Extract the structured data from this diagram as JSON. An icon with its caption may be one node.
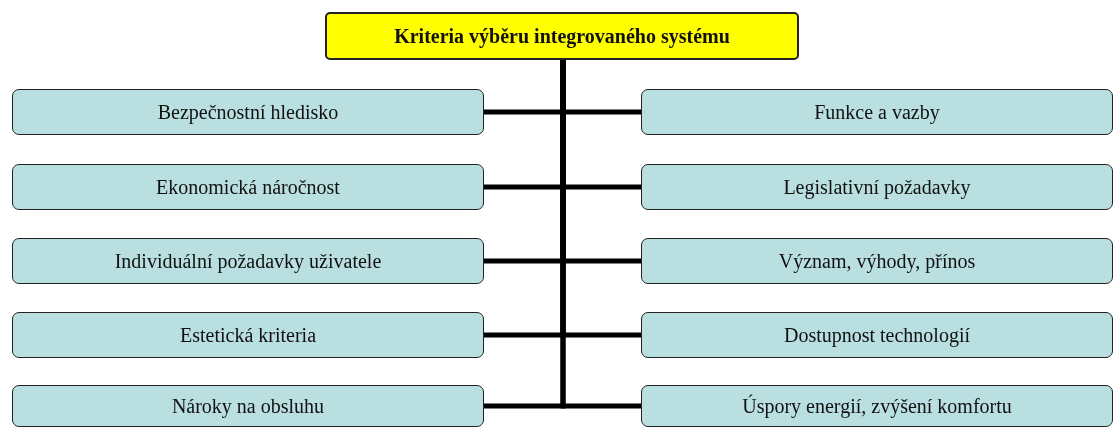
{
  "diagram": {
    "nodes": [
      {
        "text": [
          "Kriteria výběru integrovaného systému"
        ]
      },
      {
        "text": [
          "Bezpečnostní hledisko"
        ]
      },
      {
        "text": [
          "Funkce a vazby"
        ]
      },
      {
        "text": [
          "Ekonomická náročnost"
        ]
      },
      {
        "text": [
          "Legislativní požadavky"
        ]
      },
      {
        "text": [
          "Individuální požadavky uživatele"
        ]
      },
      {
        "text": [
          "Význam, výhody, přínos"
        ]
      },
      {
        "text": [
          "Estetická kriteria"
        ]
      },
      {
        "text": [
          "Dostupnost technologií"
        ]
      },
      {
        "text": [
          "Nároky na obsluhu"
        ]
      },
      {
        "text": [
          "Úspory energií, zvýšení komfortu"
        ]
      }
    ],
    "edges": [
      {
        "from": 0,
        "to": 1,
        "arrow": "none"
      },
      {
        "from": 0,
        "to": 2,
        "arrow": "none"
      },
      {
        "from": 0,
        "to": 3,
        "arrow": "none"
      },
      {
        "from": 0,
        "to": 4,
        "arrow": "none"
      },
      {
        "from": 0,
        "to": 5,
        "arrow": "none"
      },
      {
        "from": 0,
        "to": 6,
        "arrow": "none"
      },
      {
        "from": 0,
        "to": 7,
        "arrow": "none"
      },
      {
        "from": 0,
        "to": 8,
        "arrow": "none"
      },
      {
        "from": 0,
        "to": 9,
        "arrow": "none"
      },
      {
        "from": 0,
        "to": 10,
        "arrow": "none"
      }
    ]
  }
}
